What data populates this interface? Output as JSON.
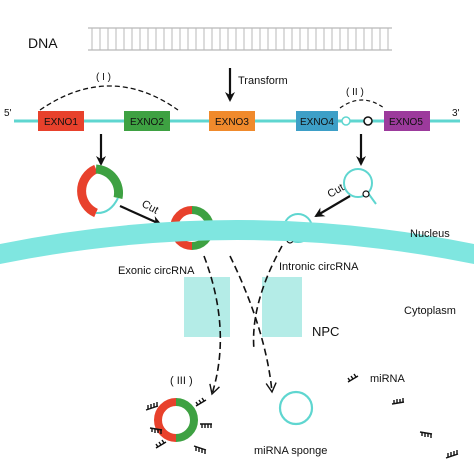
{
  "labels": {
    "dna": "DNA",
    "transform": "Transform",
    "five_prime": "5'",
    "three_prime": "3'",
    "roman_1": "( I )",
    "roman_2": "( II )",
    "roman_3": "( III )",
    "cut_left": "Cut",
    "cut_right": "Cut",
    "exonic_circrna": "Exonic circRNA",
    "intronic_circrna": "Intronic circRNA",
    "nucleus": "Nucleus",
    "cytoplasm": "Cytoplasm",
    "npc": "NPC",
    "mirna": "miRNA",
    "mirna_sponge": "miRNA sponge"
  },
  "exons": [
    {
      "label": "EXNO1",
      "color": "#e8412c"
    },
    {
      "label": "EXNO2",
      "color": "#3ea142"
    },
    {
      "label": "EXNO3",
      "color": "#f08a2c"
    },
    {
      "label": "EXNO4",
      "color": "#3d9fc7"
    },
    {
      "label": "EXNO5",
      "color": "#9c3a9c"
    }
  ],
  "colors": {
    "membrane": "#7fe6e0",
    "npc": "#b4ece7",
    "rna_line": "#5fd6d0",
    "dna_stroke": "#b9b9b9",
    "arrow": "#111111"
  }
}
